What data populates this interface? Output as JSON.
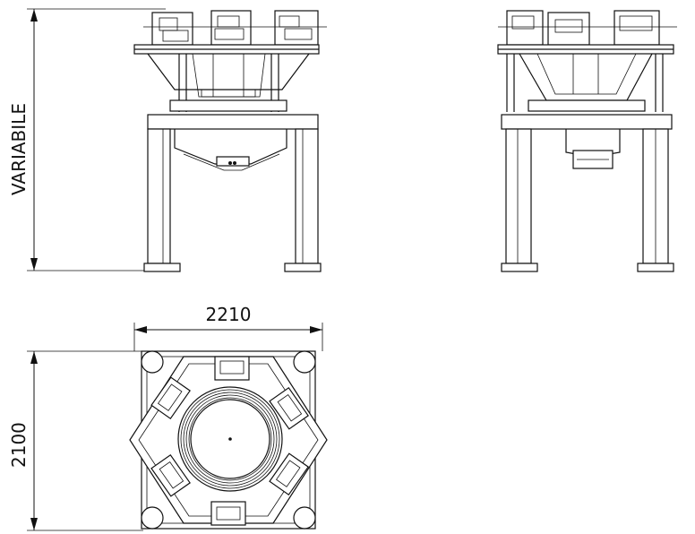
{
  "dimensions": {
    "height_label": "VARIABILE",
    "width_label": "2210",
    "depth_label": "2100"
  },
  "views": [
    "front-elevation",
    "side-elevation",
    "plan-view"
  ]
}
